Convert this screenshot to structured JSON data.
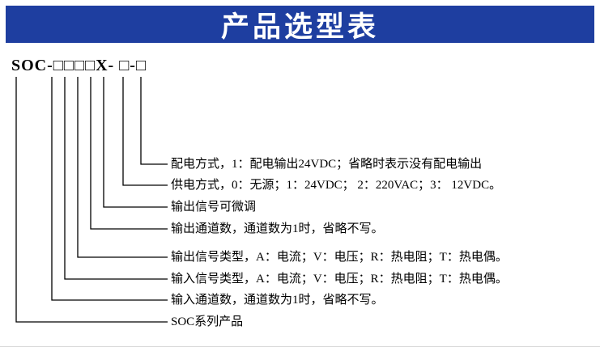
{
  "header": {
    "title": "产品选型表",
    "banner_color": "#1e3ea0"
  },
  "model_code": "SOC-□□□□X- □-□",
  "labels": [
    {
      "id": "power-distribution",
      "text": "配电方式，1：配电输出24VDC；省略时表示没有配电输出"
    },
    {
      "id": "supply-mode",
      "text": "供电方式，0：无源；1：24VDC；  2：220VAC；3：  12VDC。"
    },
    {
      "id": "output-trim",
      "text": "输出信号可微调"
    },
    {
      "id": "output-channels",
      "text": "输出通道数，通道数为1时，省略不写。"
    },
    {
      "id": "output-signal-type",
      "text": "输出信号类型，A：电流；V：电压；R：热电阻；T：热电偶。"
    },
    {
      "id": "input-signal-type",
      "text": "输入信号类型，A：电流；V：电压；R：热电阻；T：热电偶。"
    },
    {
      "id": "input-channels",
      "text": "输入通道数，通道数为1时，省略不写。"
    },
    {
      "id": "soc-series",
      "text": "SOC系列产品"
    }
  ]
}
